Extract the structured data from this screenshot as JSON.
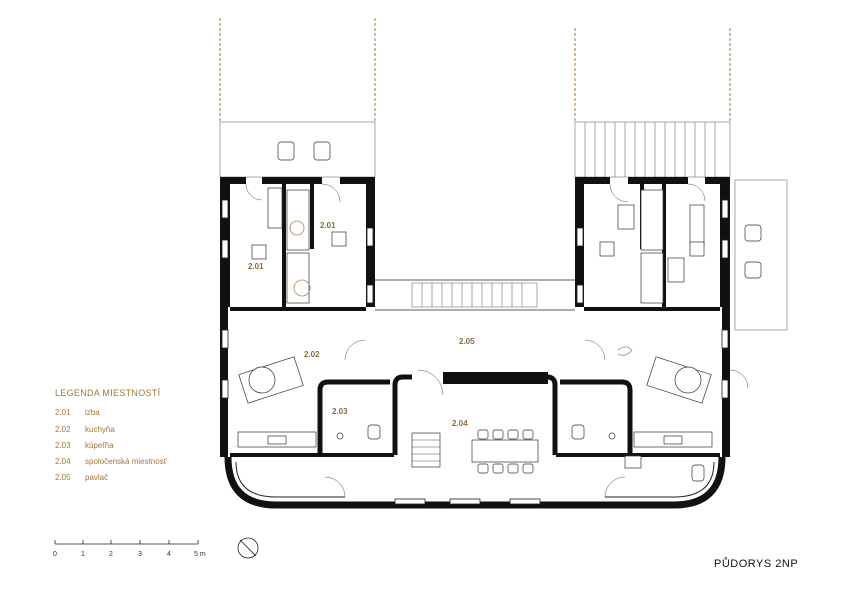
{
  "rooms": {
    "r201_left": "2.01",
    "r201_right": "2.01",
    "r202": "2.02",
    "r203": "2.03",
    "r204": "2.04",
    "r205": "2.05"
  },
  "legend": {
    "title": "LEGENDA MIESTNOSTÍ",
    "items": [
      {
        "code": "2.01",
        "name": "izba"
      },
      {
        "code": "2.02",
        "name": "kuchyňa"
      },
      {
        "code": "2.03",
        "name": "kúpeľňa"
      },
      {
        "code": "2.04",
        "name": "spoločenská miestnosť"
      },
      {
        "code": "2.05",
        "name": "pavlač"
      }
    ]
  },
  "scale": {
    "ticks": [
      "0",
      "1",
      "2",
      "3",
      "4",
      "5 m"
    ]
  },
  "plan_title": "PŮDORYS 2NP",
  "colors": {
    "accent": "#a07838",
    "wall": "#111111"
  }
}
